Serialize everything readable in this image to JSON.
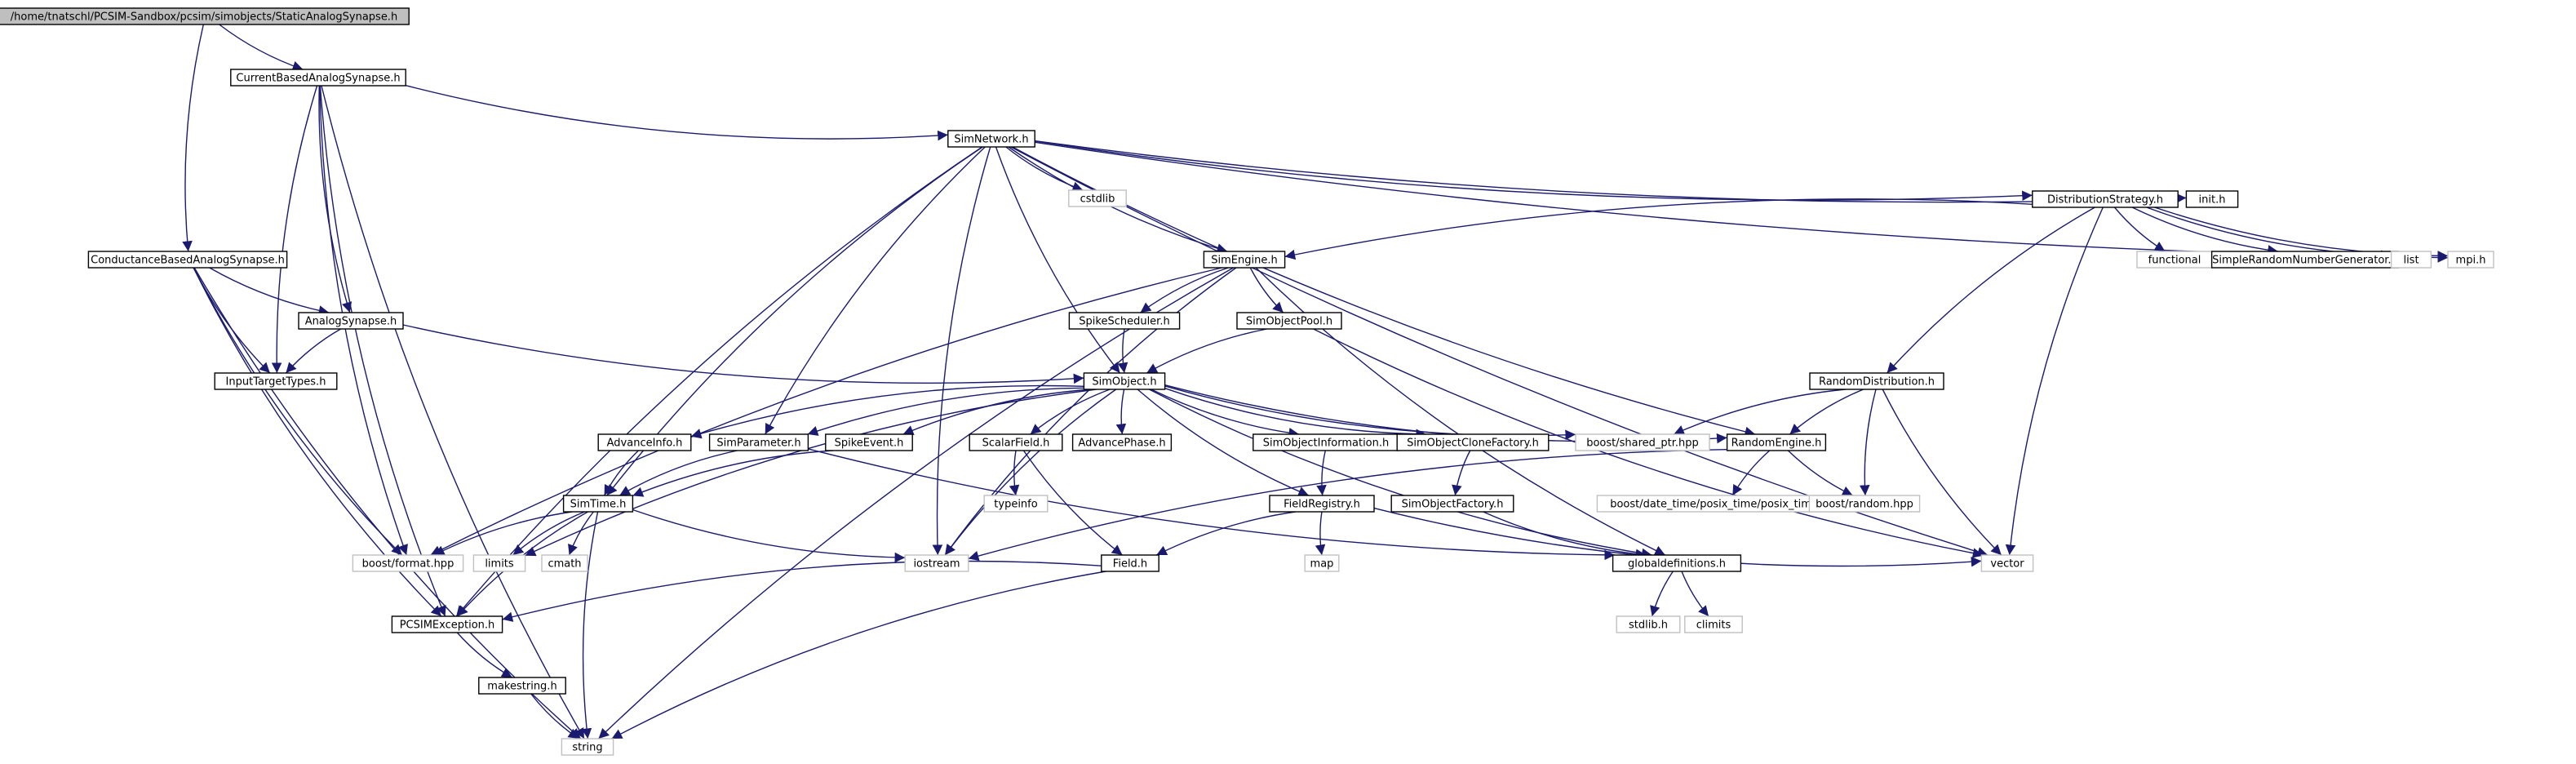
{
  "diagram": {
    "title": "",
    "colors": {
      "edge": "#1a1a6e",
      "node_border": "#000000",
      "external_border": "#c0c0c0",
      "root_fill": "#bfbfbf",
      "background": "#ffffff"
    },
    "nodes": [
      {
        "id": "static",
        "label": "/home/tnatschl/PCSIM-Sandbox/pcsim/simobjects/StaticAnalogSynapse.h",
        "kind": "root"
      },
      {
        "id": "cbas",
        "label": "CurrentBasedAnalogSynapse.h",
        "kind": "internal"
      },
      {
        "id": "simnet",
        "label": "SimNetwork.h",
        "kind": "internal"
      },
      {
        "id": "cstdlib",
        "label": "cstdlib",
        "kind": "external"
      },
      {
        "id": "dist",
        "label": "DistributionStrategy.h",
        "kind": "internal"
      },
      {
        "id": "inith",
        "label": "init.h",
        "kind": "internal"
      },
      {
        "id": "cbasyn",
        "label": "ConductanceBasedAnalogSynapse.h",
        "kind": "internal"
      },
      {
        "id": "simengine",
        "label": "SimEngine.h",
        "kind": "internal"
      },
      {
        "id": "functional",
        "label": "functional",
        "kind": "external"
      },
      {
        "id": "srng",
        "label": "SimpleRandomNumberGenerator.h",
        "kind": "internal"
      },
      {
        "id": "list",
        "label": "list",
        "kind": "external"
      },
      {
        "id": "mpih",
        "label": "mpi.h",
        "kind": "external"
      },
      {
        "id": "analog",
        "label": "AnalogSynapse.h",
        "kind": "internal"
      },
      {
        "id": "spikesched",
        "label": "SpikeScheduler.h",
        "kind": "internal"
      },
      {
        "id": "simobjpool",
        "label": "SimObjectPool.h",
        "kind": "internal"
      },
      {
        "id": "inputtarget",
        "label": "InputTargetTypes.h",
        "kind": "internal"
      },
      {
        "id": "simobject",
        "label": "SimObject.h",
        "kind": "internal"
      },
      {
        "id": "randdist",
        "label": "RandomDistribution.h",
        "kind": "internal"
      },
      {
        "id": "advinfo",
        "label": "AdvanceInfo.h",
        "kind": "internal"
      },
      {
        "id": "simparam",
        "label": "SimParameter.h",
        "kind": "internal"
      },
      {
        "id": "spikeevent",
        "label": "SpikeEvent.h",
        "kind": "internal"
      },
      {
        "id": "scalarfield",
        "label": "ScalarField.h",
        "kind": "internal"
      },
      {
        "id": "advphase",
        "label": "AdvancePhase.h",
        "kind": "internal"
      },
      {
        "id": "simobjinfo",
        "label": "SimObjectInformation.h",
        "kind": "internal"
      },
      {
        "id": "simobjclone",
        "label": "SimObjectCloneFactory.h",
        "kind": "internal"
      },
      {
        "id": "sharedptr",
        "label": "boost/shared_ptr.hpp",
        "kind": "external"
      },
      {
        "id": "randengine",
        "label": "RandomEngine.h",
        "kind": "internal"
      },
      {
        "id": "typeinfo",
        "label": "typeinfo",
        "kind": "external"
      },
      {
        "id": "dateposix",
        "label": "boost/date_time/posix_time/posix_time.hpp",
        "kind": "external"
      },
      {
        "id": "boostrandom",
        "label": "boost/random.hpp",
        "kind": "external"
      },
      {
        "id": "simtime",
        "label": "SimTime.h",
        "kind": "internal"
      },
      {
        "id": "fieldreg",
        "label": "FieldRegistry.h",
        "kind": "internal"
      },
      {
        "id": "simobjfactory",
        "label": "SimObjectFactory.h",
        "kind": "internal"
      },
      {
        "id": "boostformat",
        "label": "boost/format.hpp",
        "kind": "external"
      },
      {
        "id": "limits",
        "label": "limits",
        "kind": "external"
      },
      {
        "id": "cmath",
        "label": "cmath",
        "kind": "external"
      },
      {
        "id": "iostream",
        "label": "iostream",
        "kind": "external"
      },
      {
        "id": "map",
        "label": "map",
        "kind": "external"
      },
      {
        "id": "globaldef",
        "label": "globaldefinitions.h",
        "kind": "internal"
      },
      {
        "id": "vector",
        "label": "vector",
        "kind": "external"
      },
      {
        "id": "fieldh",
        "label": "Field.h",
        "kind": "internal"
      },
      {
        "id": "pcsimexc",
        "label": "PCSIMException.h",
        "kind": "internal"
      },
      {
        "id": "stdlib",
        "label": "stdlib.h",
        "kind": "external"
      },
      {
        "id": "climits",
        "label": "climits",
        "kind": "external"
      },
      {
        "id": "makestring",
        "label": "makestring.h",
        "kind": "internal"
      },
      {
        "id": "string",
        "label": "string",
        "kind": "external"
      }
    ],
    "edges": [
      [
        "static",
        "cbas"
      ],
      [
        "static",
        "cbasyn"
      ],
      [
        "cbas",
        "simnet"
      ],
      [
        "cbas",
        "analog"
      ],
      [
        "cbas",
        "inputtarget"
      ],
      [
        "cbas",
        "boostformat"
      ],
      [
        "cbas",
        "pcsimexc"
      ],
      [
        "cbas",
        "string"
      ],
      [
        "cbasyn",
        "analog"
      ],
      [
        "cbasyn",
        "inputtarget"
      ],
      [
        "cbasyn",
        "boostformat"
      ],
      [
        "cbasyn",
        "pcsimexc"
      ],
      [
        "cbasyn",
        "string"
      ],
      [
        "analog",
        "inputtarget"
      ],
      [
        "analog",
        "simobject"
      ],
      [
        "simnet",
        "cstdlib"
      ],
      [
        "simnet",
        "dist"
      ],
      [
        "simnet",
        "inith"
      ],
      [
        "simnet",
        "mpih"
      ],
      [
        "simnet",
        "simengine"
      ],
      [
        "simnet",
        "simobject"
      ],
      [
        "simnet",
        "simparam"
      ],
      [
        "simnet",
        "simtime"
      ],
      [
        "simnet",
        "randengine"
      ],
      [
        "simnet",
        "iostream"
      ],
      [
        "simnet",
        "pcsimexc"
      ],
      [
        "simnet",
        "vector"
      ],
      [
        "dist",
        "simengine"
      ],
      [
        "dist",
        "functional"
      ],
      [
        "dist",
        "srng"
      ],
      [
        "dist",
        "list"
      ],
      [
        "dist",
        "mpih"
      ],
      [
        "dist",
        "randdist"
      ],
      [
        "dist",
        "vector"
      ],
      [
        "simengine",
        "spikesched"
      ],
      [
        "simengine",
        "simobjpool"
      ],
      [
        "simengine",
        "boostformat"
      ],
      [
        "simengine",
        "iostream"
      ],
      [
        "simengine",
        "globaldef"
      ],
      [
        "simengine",
        "string"
      ],
      [
        "spikesched",
        "simobject"
      ],
      [
        "simobjpool",
        "simobject"
      ],
      [
        "simobjpool",
        "vector"
      ],
      [
        "simobject",
        "advinfo"
      ],
      [
        "simobject",
        "simparam"
      ],
      [
        "simobject",
        "spikeevent"
      ],
      [
        "simobject",
        "scalarfield"
      ],
      [
        "simobject",
        "advphase"
      ],
      [
        "simobject",
        "simobjinfo"
      ],
      [
        "simobject",
        "simobjclone"
      ],
      [
        "simobject",
        "sharedptr"
      ],
      [
        "simobject",
        "randengine"
      ],
      [
        "simobject",
        "fieldreg"
      ],
      [
        "simobject",
        "limits"
      ],
      [
        "simobject",
        "iostream"
      ],
      [
        "simobject",
        "globaldef"
      ],
      [
        "randdist",
        "sharedptr"
      ],
      [
        "randdist",
        "randengine"
      ],
      [
        "randdist",
        "boostrandom"
      ],
      [
        "randdist",
        "vector"
      ],
      [
        "randengine",
        "dateposix"
      ],
      [
        "randengine",
        "boostrandom"
      ],
      [
        "randengine",
        "iostream"
      ],
      [
        "advinfo",
        "simtime"
      ],
      [
        "simparam",
        "simtime"
      ],
      [
        "simparam",
        "globaldef"
      ],
      [
        "spikeevent",
        "simtime"
      ],
      [
        "scalarfield",
        "typeinfo"
      ],
      [
        "scalarfield",
        "fieldh"
      ],
      [
        "simobjinfo",
        "fieldreg"
      ],
      [
        "simobjclone",
        "simobjfactory"
      ],
      [
        "simobjfactory",
        "globaldef"
      ],
      [
        "fieldreg",
        "map"
      ],
      [
        "fieldreg",
        "fieldh"
      ],
      [
        "fieldreg",
        "vector"
      ],
      [
        "simtime",
        "boostformat"
      ],
      [
        "simtime",
        "limits"
      ],
      [
        "simtime",
        "cmath"
      ],
      [
        "simtime",
        "iostream"
      ],
      [
        "simtime",
        "pcsimexc"
      ],
      [
        "simtime",
        "string"
      ],
      [
        "globaldef",
        "stdlib"
      ],
      [
        "globaldef",
        "climits"
      ],
      [
        "fieldh",
        "pcsimexc"
      ],
      [
        "fieldh",
        "string"
      ],
      [
        "pcsimexc",
        "makestring"
      ],
      [
        "makestring",
        "string"
      ]
    ]
  }
}
